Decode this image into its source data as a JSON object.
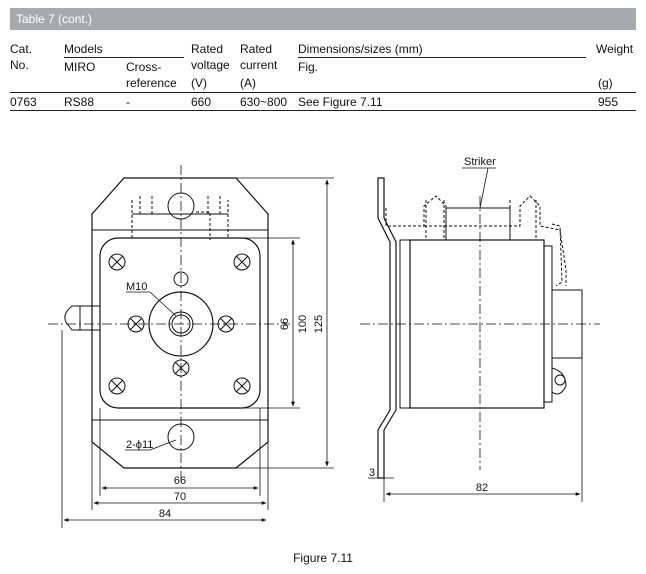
{
  "table": {
    "title": "Table 7 (cont.)",
    "headers": {
      "cat_line1": "Cat.",
      "cat_line2": "No.",
      "models": "Models",
      "miro": "MIRO",
      "cross_line1": "Cross-",
      "cross_line2": "reference",
      "voltage_line1": "Rated",
      "voltage_line2": "voltage",
      "voltage_unit": "(V)",
      "current_line1": "Rated",
      "current_line2": "current",
      "current_unit": "(A)",
      "dims": "Dimensions/sizes (mm)",
      "fig": "Fig.",
      "weight": "Weight",
      "weight_unit": "(g)"
    },
    "row": {
      "cat_no": "0763",
      "miro": "RS88",
      "cross_reference": "-",
      "rated_voltage": "660",
      "rated_current": "630~800",
      "figure": "See Figure  7.11",
      "weight": "955"
    }
  },
  "drawing": {
    "labels": {
      "m10": "M10",
      "holes": "2-ϕ11",
      "striker": "Striker"
    },
    "dimensions": {
      "d66_v": "66",
      "d100": "100",
      "d125": "125",
      "d66_h": "66",
      "d70": "70",
      "d84": "84",
      "d3": "3",
      "d82": "82"
    }
  },
  "caption": "Figure 7.11"
}
